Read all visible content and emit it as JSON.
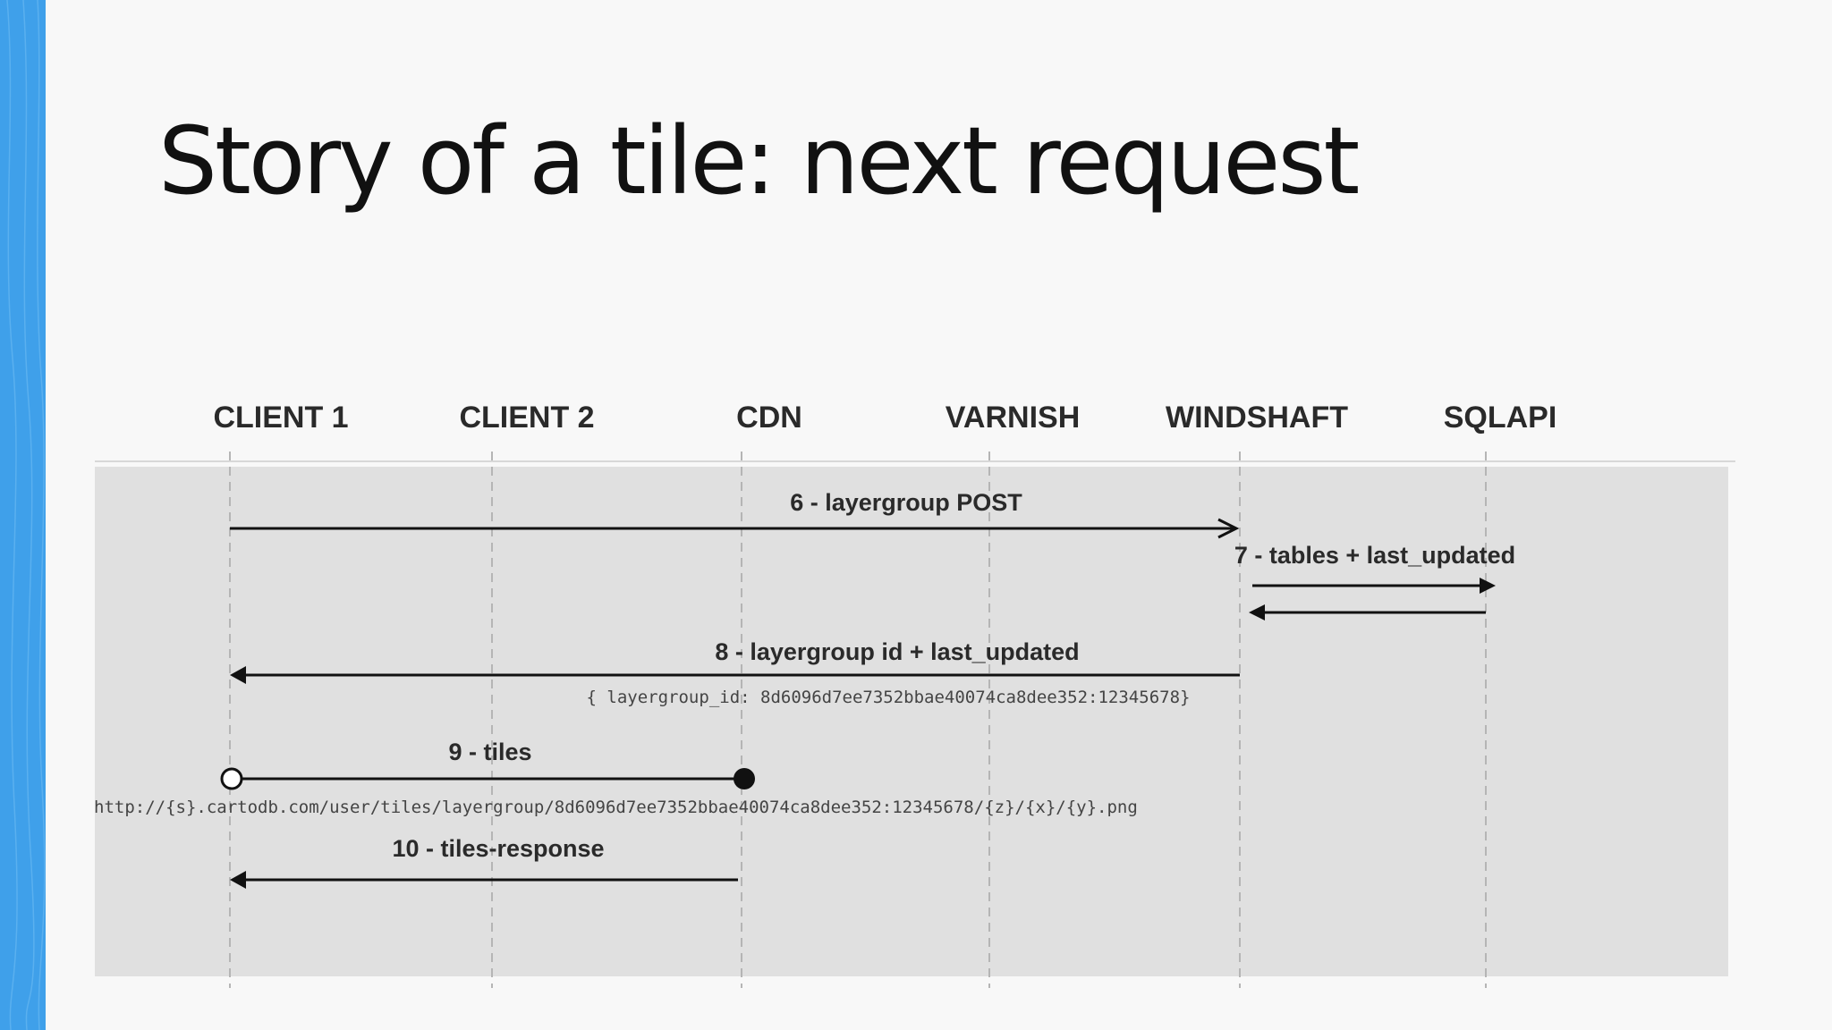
{
  "slide": {
    "title": "Story of a tile: next request",
    "accent_color": "#3fa0ea"
  },
  "diagram": {
    "actors": [
      "CLIENT 1",
      "CLIENT 2",
      "CDN",
      "VARNISH",
      "WINDSHAFT",
      "SQLAPI"
    ],
    "messages": [
      {
        "id": "m6",
        "label": "6 - layergroup POST",
        "from": "CLIENT 1",
        "to": "WINDSHAFT"
      },
      {
        "id": "m7",
        "label": "7 - tables + last_updated",
        "from": "WINDSHAFT",
        "to": "SQLAPI"
      },
      {
        "id": "m7r",
        "label": "",
        "from": "SQLAPI",
        "to": "WINDSHAFT"
      },
      {
        "id": "m8",
        "label": "8 - layergroup id + last_updated",
        "from": "WINDSHAFT",
        "to": "CLIENT 1"
      },
      {
        "id": "m9",
        "label": "9 - tiles",
        "from": "CLIENT 1",
        "to": "CDN"
      },
      {
        "id": "m10",
        "label": "10 - tiles-response",
        "from": "CDN",
        "to": "CLIENT 1"
      }
    ],
    "notes": {
      "layergroup_payload": "{ layergroup_id: 8d6096d7ee7352bbae40074ca8dee352:12345678}",
      "tile_url": "http://{s}.cartodb.com/user/tiles/layergroup/8d6096d7ee7352bbae40074ca8dee352:12345678/{z}/{x}/{y}.png"
    }
  }
}
